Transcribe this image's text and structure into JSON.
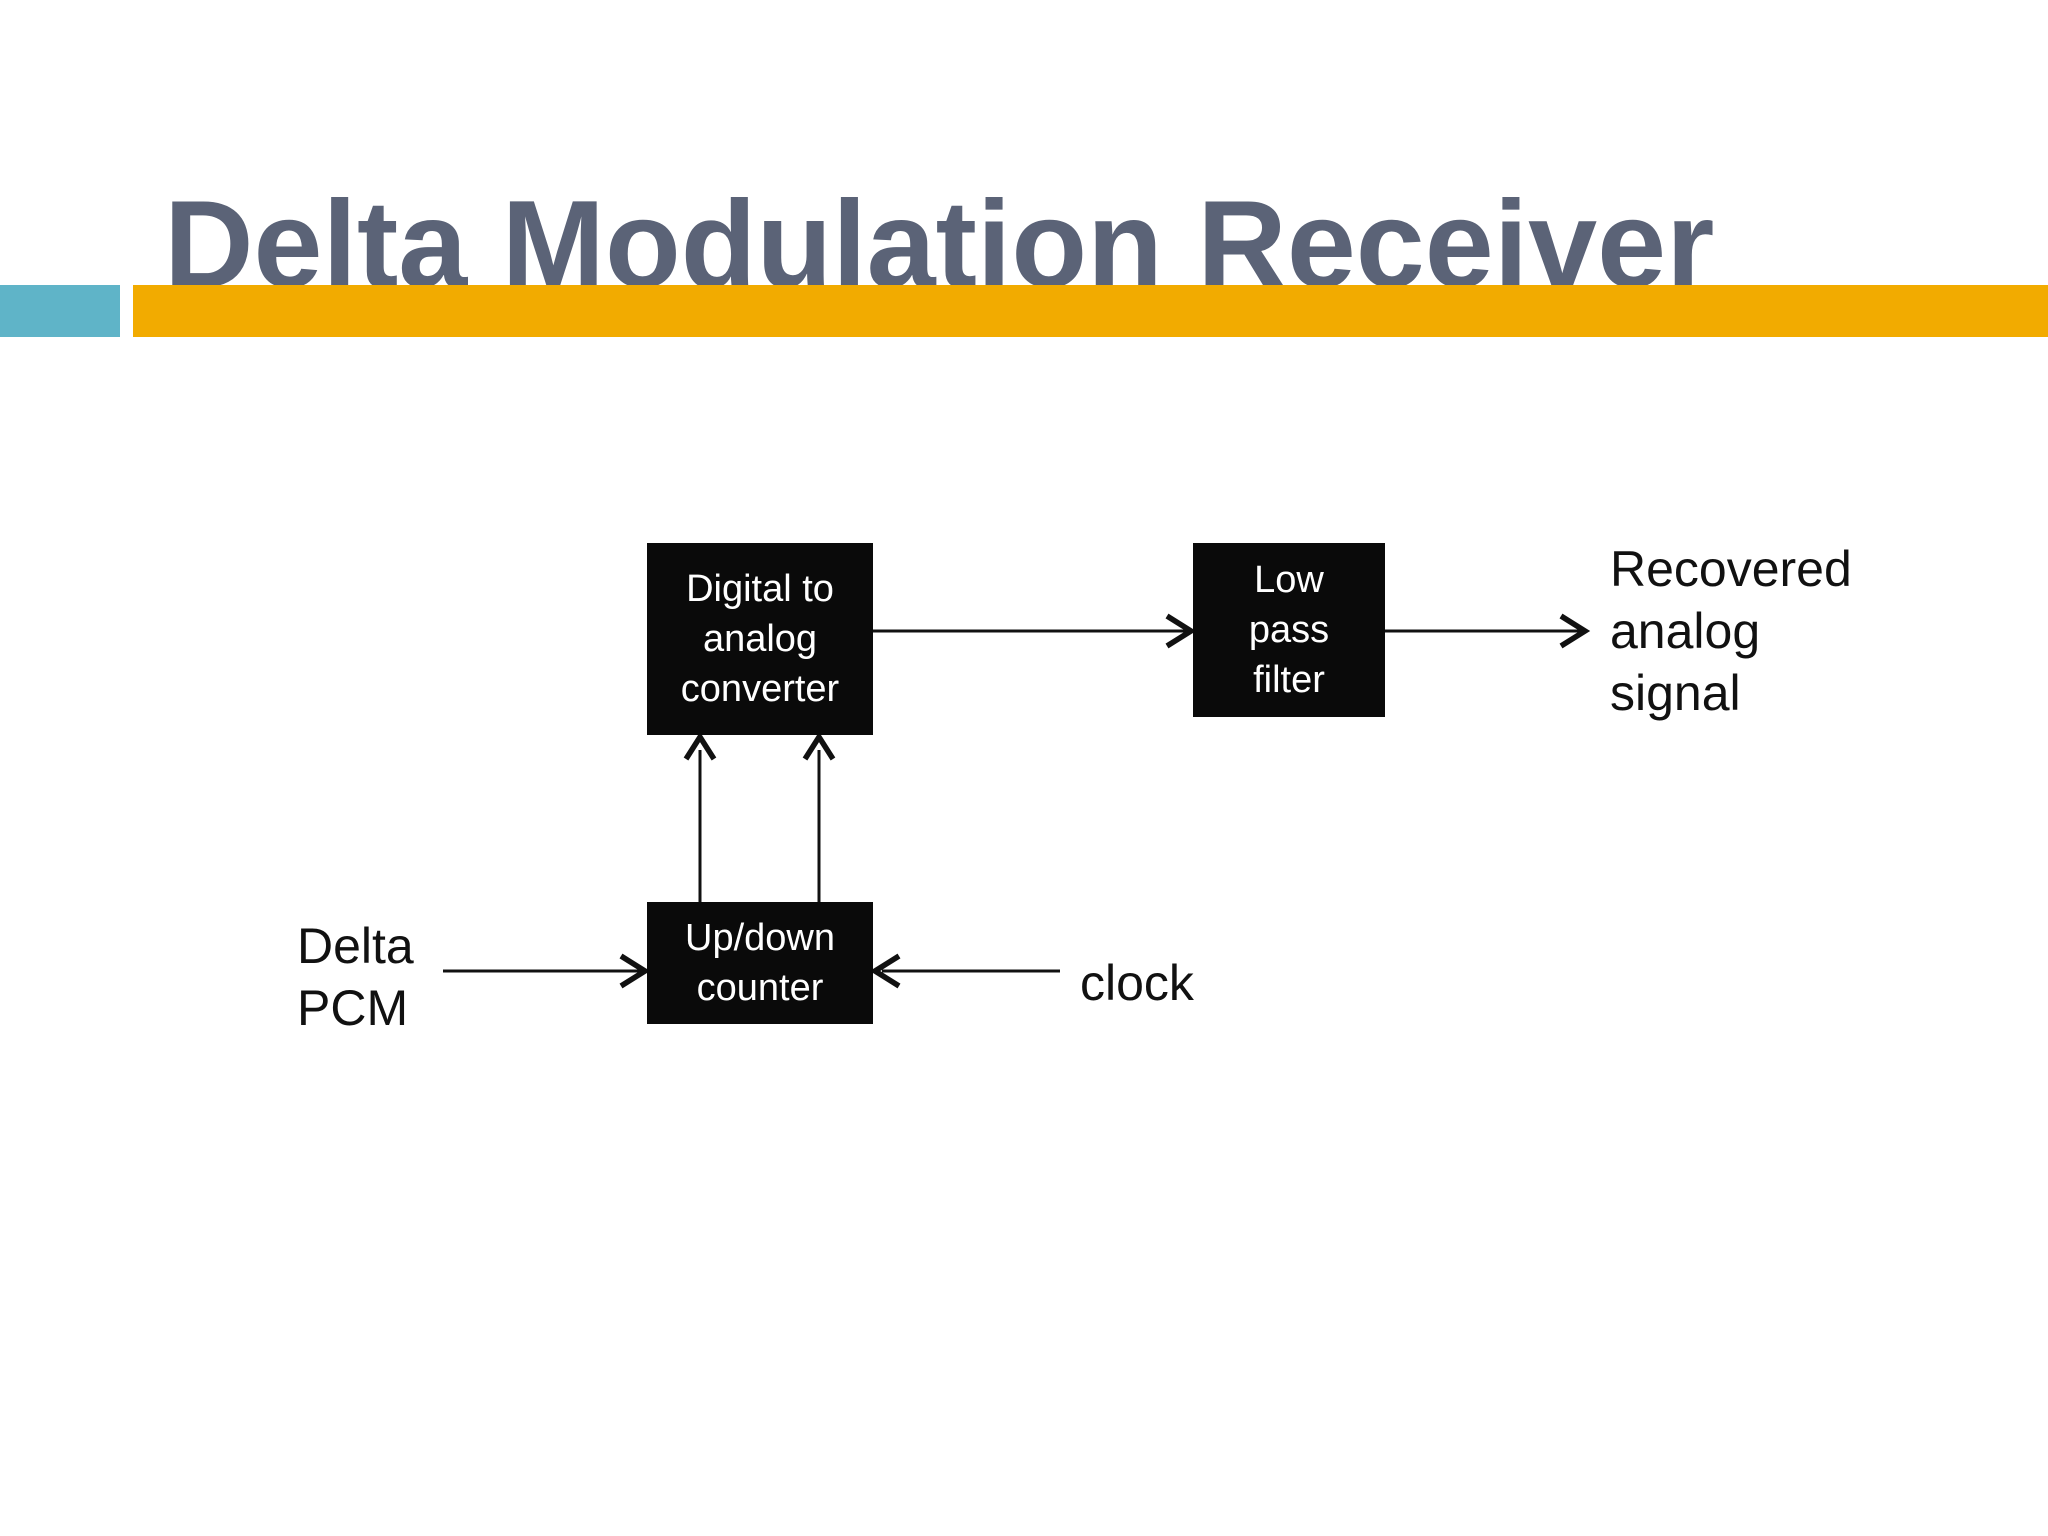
{
  "slide": {
    "title": "Delta Modulation Receiver",
    "colors": {
      "title_text": "#5b6377",
      "accent_teal": "#5fb4c8",
      "accent_orange": "#f2ab00",
      "block_background": "#0a0a0a",
      "block_text": "#ffffff",
      "connector": "#111111",
      "background": "#ffffff"
    }
  },
  "diagram": {
    "blocks": {
      "dac": {
        "label": "Digital to\nanalog\nconverter"
      },
      "lpf": {
        "label": "Low\npass\nfilter"
      },
      "counter": {
        "label": "Up/down\ncounter"
      }
    },
    "labels": {
      "input": {
        "text": "Delta\nPCM"
      },
      "clock": {
        "text": "clock"
      },
      "output": {
        "text": "Recovered\nanalog\nsignal"
      }
    }
  }
}
